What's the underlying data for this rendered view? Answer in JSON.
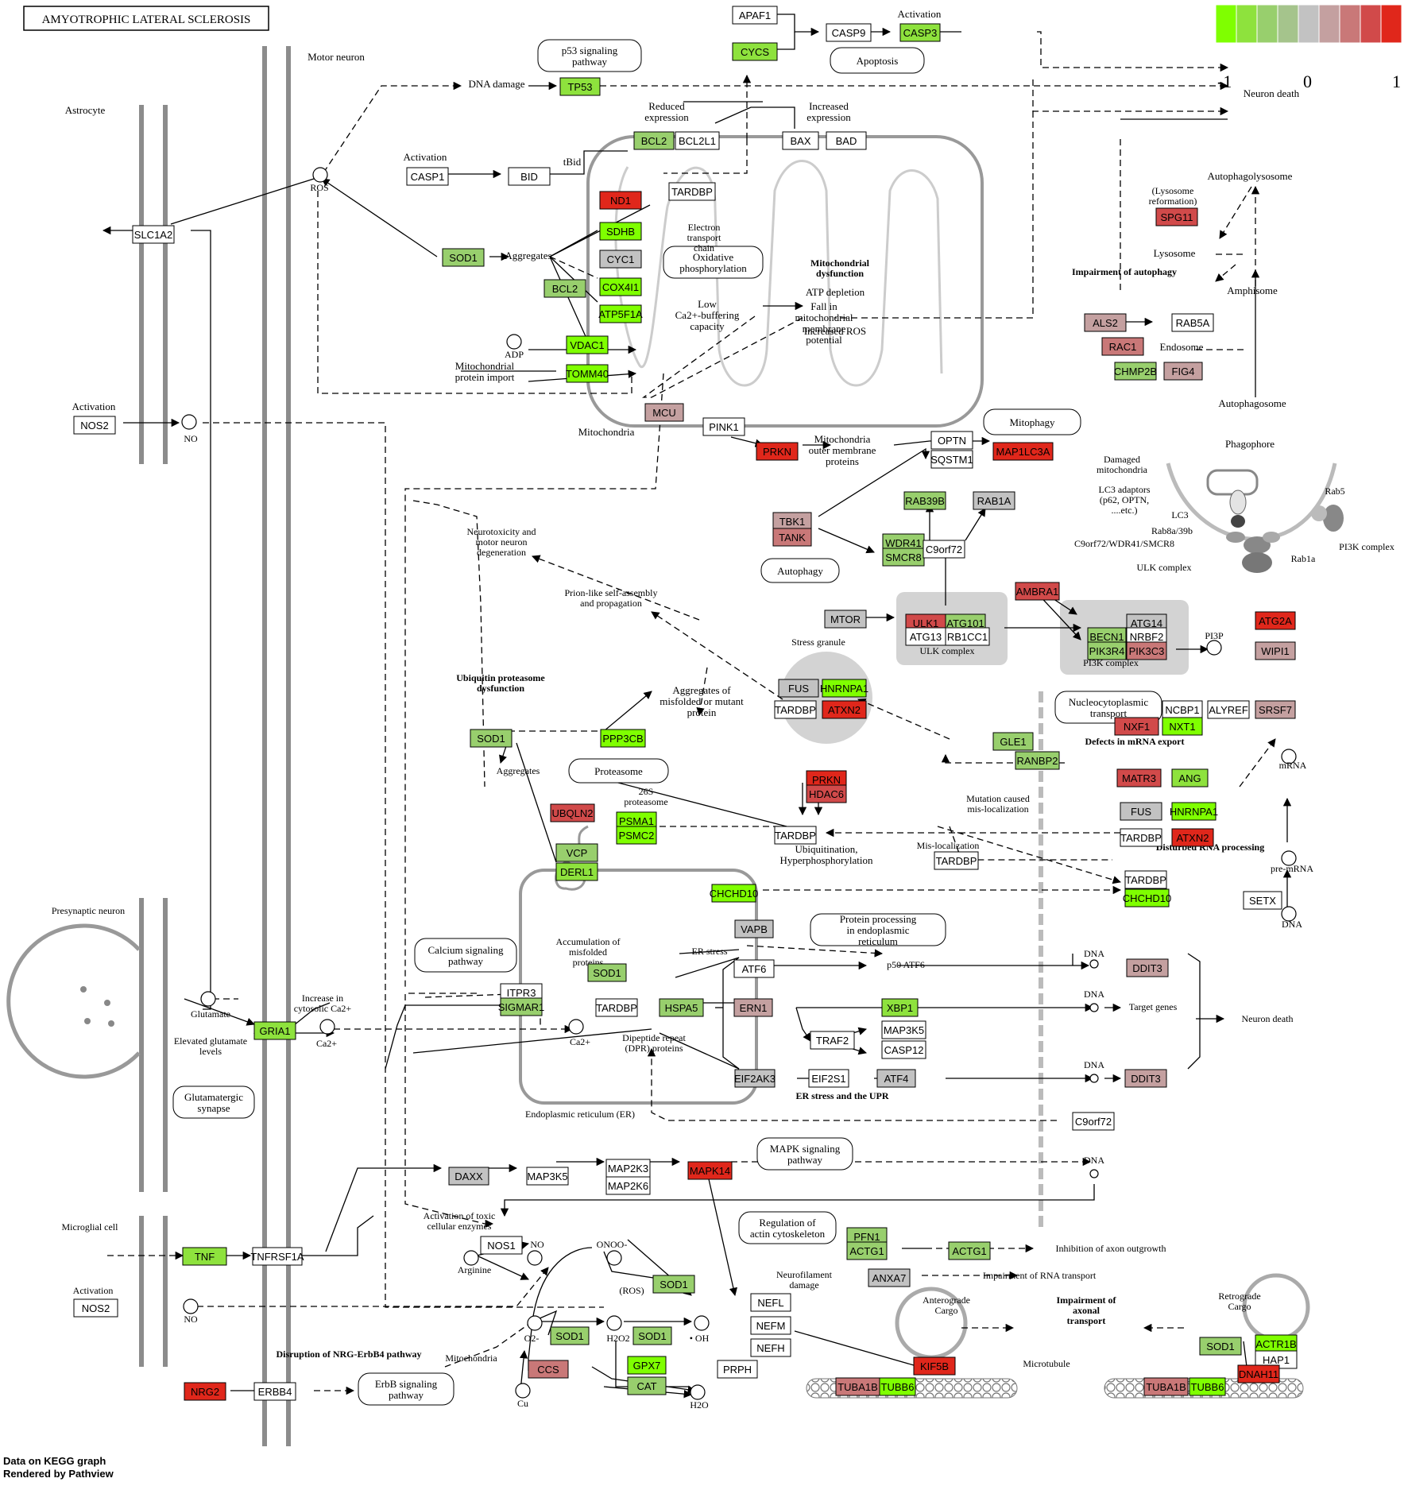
{
  "title": "AMYOTROPHIC LATERAL SCLEROSIS",
  "footer": {
    "line1": "Data on KEGG graph",
    "line2": "Rendered by Pathview"
  },
  "legend": {
    "colors": [
      "#7fff00",
      "#8ee23d",
      "#98cf6d",
      "#a5c48c",
      "#c2c2c2",
      "#c4a0a0",
      "#c97878",
      "#d14a4a",
      "#e0271b"
    ],
    "ticks": [
      "-1",
      "0",
      "1"
    ]
  },
  "colors": {
    "green1": "#7fff00",
    "green2": "#8ee23d",
    "green3": "#98cf6d",
    "green4": "#a5c48c",
    "grey": "#c2c2c2",
    "red1": "#c4a0a0",
    "red2": "#c97878",
    "red3": "#d14a4a",
    "red4": "#e0271b",
    "white": "#ffffff"
  },
  "genes": [
    {
      "label": "APAF1",
      "color": "white"
    },
    {
      "label": "CYCS",
      "color": "green2"
    },
    {
      "label": "CASP9",
      "color": "white"
    },
    {
      "label": "CASP3",
      "color": "green2"
    },
    {
      "label": "TP53",
      "color": "green2"
    },
    {
      "label": "BCL2",
      "color": "green3"
    },
    {
      "label": "BCL2L1",
      "color": "white"
    },
    {
      "label": "BAX",
      "color": "white"
    },
    {
      "label": "BAD",
      "color": "white"
    },
    {
      "label": "CASP1",
      "color": "white"
    },
    {
      "label": "BID",
      "color": "white"
    },
    {
      "label": "ND1",
      "color": "red4"
    },
    {
      "label": "TARDBP",
      "color": "white"
    },
    {
      "label": "SDHB",
      "color": "green1"
    },
    {
      "label": "CYC1",
      "color": "grey"
    },
    {
      "label": "COX4I1",
      "color": "green1"
    },
    {
      "label": "ATP5F1A",
      "color": "green1"
    },
    {
      "label": "BCL2",
      "color": "green3"
    },
    {
      "label": "SOD1",
      "color": "green3"
    },
    {
      "label": "VDAC1",
      "color": "green1"
    },
    {
      "label": "TOMM40",
      "color": "green1"
    },
    {
      "label": "MCU",
      "color": "red1"
    },
    {
      "label": "PINK1",
      "color": "white"
    },
    {
      "label": "PRKN",
      "color": "red4"
    },
    {
      "label": "OPTN",
      "color": "white"
    },
    {
      "label": "SQSTM1",
      "color": "white"
    },
    {
      "label": "MAP1LC3A",
      "color": "red4"
    },
    {
      "label": "SLC1A2",
      "color": "white"
    },
    {
      "label": "NOS2",
      "color": "white"
    },
    {
      "label": "SPG11",
      "color": "red3"
    },
    {
      "label": "ALS2",
      "color": "red1"
    },
    {
      "label": "RAB5A",
      "color": "white"
    },
    {
      "label": "RAC1",
      "color": "red2"
    },
    {
      "label": "CHMP2B",
      "color": "green3"
    },
    {
      "label": "FIG4",
      "color": "red1"
    },
    {
      "label": "RAB39B",
      "color": "green3"
    },
    {
      "label": "RAB1A",
      "color": "grey"
    },
    {
      "label": "TBK1",
      "color": "red1"
    },
    {
      "label": "TANK",
      "color": "red2"
    },
    {
      "label": "WDR41",
      "color": "green3"
    },
    {
      "label": "SMCR8",
      "color": "green3"
    },
    {
      "label": "C9orf72",
      "color": "white"
    },
    {
      "label": "AMBRA1",
      "color": "red3"
    },
    {
      "label": "MTOR",
      "color": "grey"
    },
    {
      "label": "ULK1",
      "color": "red3"
    },
    {
      "label": "ATG101",
      "color": "green3"
    },
    {
      "label": "ATG13",
      "color": "white"
    },
    {
      "label": "RB1CC1",
      "color": "white"
    },
    {
      "label": "ATG14",
      "color": "grey"
    },
    {
      "label": "BECN1",
      "color": "green3"
    },
    {
      "label": "NRBF2",
      "color": "white"
    },
    {
      "label": "PIK3R4",
      "color": "green3"
    },
    {
      "label": "PIK3C3",
      "color": "red2"
    },
    {
      "label": "ATG2A",
      "color": "red4"
    },
    {
      "label": "WIPI1",
      "color": "red1"
    },
    {
      "label": "FUS",
      "color": "grey"
    },
    {
      "label": "HNRNPA1",
      "color": "green1"
    },
    {
      "label": "TARDBP",
      "color": "white"
    },
    {
      "label": "ATXN2",
      "color": "red4"
    },
    {
      "label": "SOD1",
      "color": "green3"
    },
    {
      "label": "PPP3CB",
      "color": "green1"
    },
    {
      "label": "PRKN",
      "color": "red4"
    },
    {
      "label": "HDAC6",
      "color": "red3"
    },
    {
      "label": "UBQLN2",
      "color": "red3"
    },
    {
      "label": "PSMA1",
      "color": "green1"
    },
    {
      "label": "PSMC2",
      "color": "green1"
    },
    {
      "label": "TARDBP",
      "color": "white"
    },
    {
      "label": "VCP",
      "color": "green3"
    },
    {
      "label": "DERL1",
      "color": "green2"
    },
    {
      "label": "NCBP1",
      "color": "white"
    },
    {
      "label": "ALYREF",
      "color": "white"
    },
    {
      "label": "SRSF7",
      "color": "red1"
    },
    {
      "label": "GLE1",
      "color": "green3"
    },
    {
      "label": "RANBP2",
      "color": "green3"
    },
    {
      "label": "NXF1",
      "color": "red3"
    },
    {
      "label": "NXT1",
      "color": "green1"
    },
    {
      "label": "MATR3",
      "color": "red3"
    },
    {
      "label": "ANG",
      "color": "green2"
    },
    {
      "label": "FUS",
      "color": "grey"
    },
    {
      "label": "HNRNPA1",
      "color": "green1"
    },
    {
      "label": "TARDBP",
      "color": "white"
    },
    {
      "label": "ATXN2",
      "color": "red4"
    },
    {
      "label": "TARDBP",
      "color": "white"
    },
    {
      "label": "TARDBP",
      "color": "white"
    },
    {
      "label": "CHCHD10",
      "color": "green1"
    },
    {
      "label": "CHCHD10",
      "color": "green1"
    },
    {
      "label": "SETX",
      "color": "white"
    },
    {
      "label": "VAPB",
      "color": "grey"
    },
    {
      "label": "ATF6",
      "color": "white"
    },
    {
      "label": "DDIT3",
      "color": "red1"
    },
    {
      "label": "SOD1",
      "color": "green3"
    },
    {
      "label": "ITPR3",
      "color": "white"
    },
    {
      "label": "SIGMAR1",
      "color": "green3"
    },
    {
      "label": "TARDBP",
      "color": "white"
    },
    {
      "label": "HSPA5",
      "color": "green3"
    },
    {
      "label": "ERN1",
      "color": "red1"
    },
    {
      "label": "XBP1",
      "color": "green2"
    },
    {
      "label": "TRAF2",
      "color": "white"
    },
    {
      "label": "MAP3K5",
      "color": "white"
    },
    {
      "label": "CASP12",
      "color": "white"
    },
    {
      "label": "EIF2AK3",
      "color": "grey"
    },
    {
      "label": "EIF2S1",
      "color": "white"
    },
    {
      "label": "ATF4",
      "color": "grey"
    },
    {
      "label": "DDIT3",
      "color": "red1"
    },
    {
      "label": "GRIA1",
      "color": "green2"
    },
    {
      "label": "C9orf72",
      "color": "white"
    },
    {
      "label": "DAXX",
      "color": "grey"
    },
    {
      "label": "MAP3K5",
      "color": "white"
    },
    {
      "label": "MAP2K3",
      "color": "white"
    },
    {
      "label": "MAP2K6",
      "color": "white"
    },
    {
      "label": "MAPK14",
      "color": "red4"
    },
    {
      "label": "TNF",
      "color": "green2"
    },
    {
      "label": "TNFRSF1A",
      "color": "white"
    },
    {
      "label": "NOS1",
      "color": "white"
    },
    {
      "label": "PFN1",
      "color": "green3"
    },
    {
      "label": "ACTG1",
      "color": "green3"
    },
    {
      "label": "ACTG1",
      "color": "green3"
    },
    {
      "label": "ANXA7",
      "color": "grey"
    },
    {
      "label": "NOS2",
      "color": "white"
    },
    {
      "label": "SOD1",
      "color": "green3"
    },
    {
      "label": "SOD1",
      "color": "green3"
    },
    {
      "label": "SOD1",
      "color": "green3"
    },
    {
      "label": "NEFL",
      "color": "white"
    },
    {
      "label": "NEFM",
      "color": "white"
    },
    {
      "label": "NEFH",
      "color": "white"
    },
    {
      "label": "PRPH",
      "color": "white"
    },
    {
      "label": "CCS",
      "color": "red2"
    },
    {
      "label": "GPX7",
      "color": "green1"
    },
    {
      "label": "CAT",
      "color": "green3"
    },
    {
      "label": "NRG2",
      "color": "red4"
    },
    {
      "label": "ERBB4",
      "color": "white"
    },
    {
      "label": "KIF5B",
      "color": "red4"
    },
    {
      "label": "TUBA1B",
      "color": "red2"
    },
    {
      "label": "TUBB6",
      "color": "green1"
    },
    {
      "label": "SOD1",
      "color": "green3"
    },
    {
      "label": "ACTR1B",
      "color": "green1"
    },
    {
      "label": "HAP1",
      "color": "white"
    },
    {
      "label": "DNAH11",
      "color": "red4"
    },
    {
      "label": "TUBA1B",
      "color": "red2"
    },
    {
      "label": "TUBB6",
      "color": "green1"
    }
  ],
  "ovals": [
    "p53 signaling pathway",
    "Apoptosis",
    "Oxidative phosphorylation",
    "Mitophagy",
    "Autophagy",
    "Nucleocytoplasmic transport",
    "Proteasome",
    "Protein processing in endoplasmic reticulum",
    "Calcium signaling pathway",
    "Glutamatergic synapse",
    "MAPK signaling pathway",
    "Regulation of actin cytoskeleton",
    "ErbB signaling pathway"
  ],
  "labels": [
    "Activation",
    "Motor neuron",
    "DNA damage",
    "Neuron death",
    "Reduced expression",
    "Increased expression",
    "Activation",
    "tBid",
    "ROS",
    "Astrocyte",
    "Aggregates",
    "Electron transport chain",
    "Mitochondrial dysfunction",
    "ATP depletion",
    "Fall in mitochondrial membrane potential",
    "Increased ROS",
    "Low Ca2+-buffering capacity",
    "ADP",
    "Mitochondrial protein import",
    "Mitochondria",
    "Activation",
    "NO",
    "Mitochondria outer membrane proteins",
    "Autophagolysosome",
    "(Lysosome reformation)",
    "Lysosome",
    "Impairment of autophagy",
    "Amphisome",
    "Endosome",
    "Autophagosome",
    "Phagophore",
    "Damaged mitochondria",
    "LC3 adaptors (p62, OPTN, ....etc.)",
    "LC3",
    "Rab8a/39b",
    "C9orf72/WDR41/SMCR8",
    "ULK complex",
    "Rab5",
    "Rab1a",
    "PI3K complex",
    "Neurotoxicity and motor neuron degeneration",
    "Prion-like self-assembly and propagation",
    "Stress granule",
    "ULK complex",
    "PI3K complex",
    "PI3P",
    "Ubiquitin proteasome dysfunction",
    "Aggregates of misfolded or mutant protein",
    "Aggregates",
    "26S proteasome",
    "Defects in mRNA export",
    "mRNA",
    "Mutation caused mis-localization",
    "Ubiquitination, Hyperphosphorylation",
    "Mis-localization",
    "Disturbed RNA processing",
    "pre-mRNA",
    "DNA",
    "Presynaptic neuron",
    "Accumulation of misfolded proteins",
    "ER stress",
    "p50 ATF6",
    "DNA",
    "DNA",
    "Target genes",
    "Neuron death",
    "Glutamate",
    "Increase in cytosolic Ca2+",
    "Elevated glutamate levels",
    "Ca2+",
    "Ca2+",
    "Dipeptide repeat (DPR) proteins",
    "DNA",
    "ER stress and the UPR",
    "Endoplasmic reticulum (ER)",
    "DNA",
    "Activation of toxic cellular enzymes",
    "Microglial cell",
    "NO",
    "ONOO-",
    "Arginine",
    "Neurofilament damage",
    "Inhibition of axon outgrowth",
    "Impairment of RNA transport",
    "Activation",
    "(ROS)",
    "NO",
    "O2-",
    "H2O2",
    "• OH",
    "Mitochondria",
    "Cu",
    "H2O",
    "Disruption of NRG-ErbB4 pathway",
    "Anterograde Cargo",
    "Impairment of axonal transport",
    "Retrograde Cargo",
    "Microtubule"
  ]
}
